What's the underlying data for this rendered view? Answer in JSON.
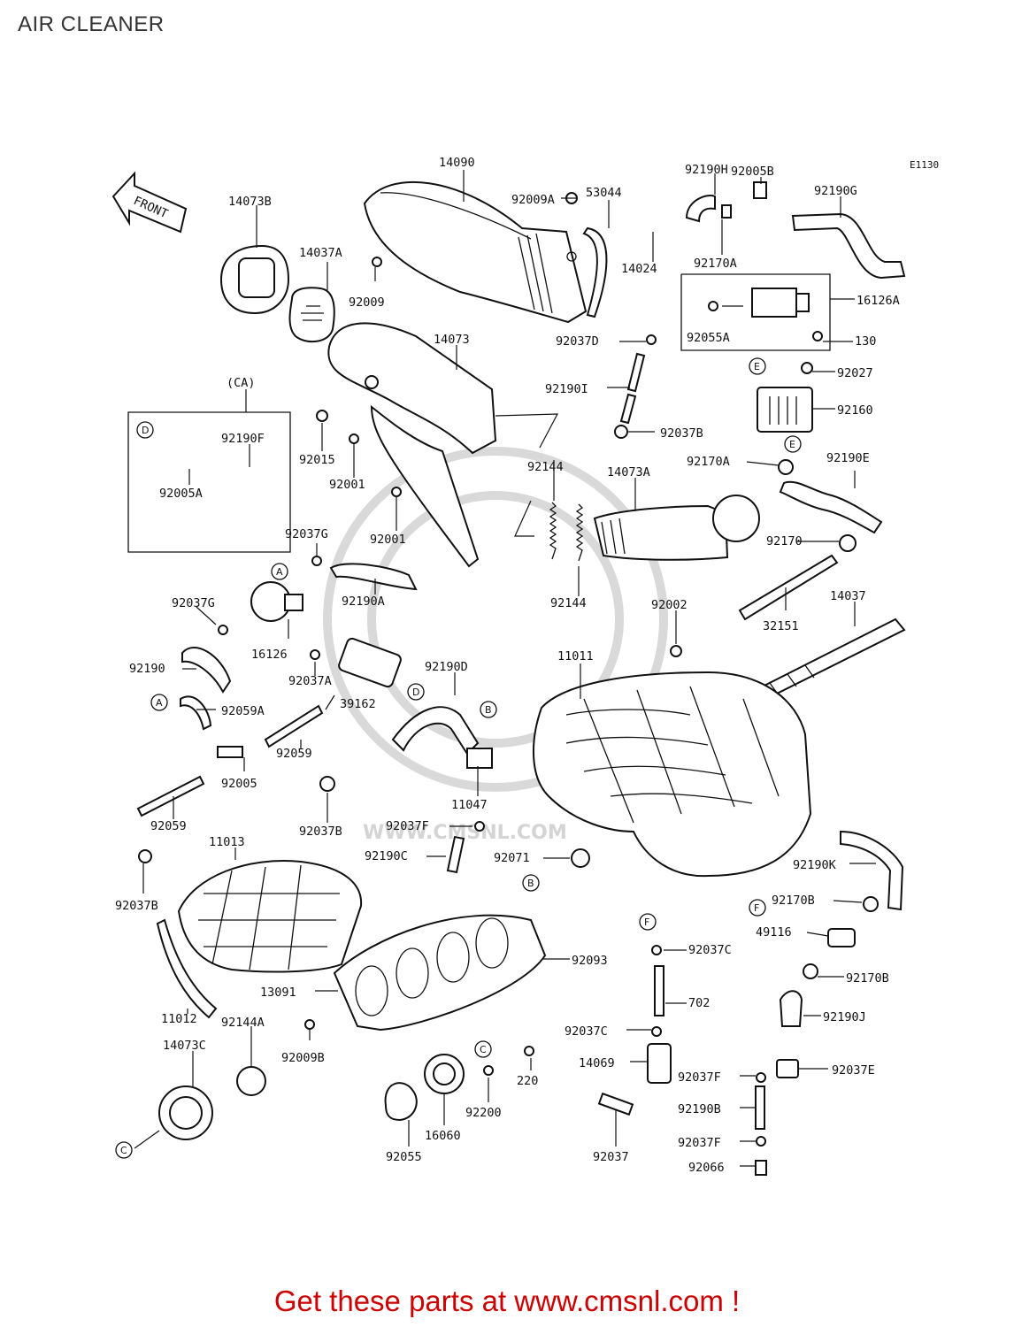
{
  "title": "AIR CLEANER",
  "diagram_code": "E1130",
  "front_label": "FRONT",
  "group_label": "(CA)",
  "watermark": "WWW.CMSNL.COM",
  "footer": "Get these parts at www.cmsnl.com !",
  "part_labels": {
    "p14090": "14090",
    "p92009A": "92009A",
    "p53044": "53044",
    "p92190H": "92190H",
    "p92005B": "92005B",
    "p92190G": "92190G",
    "p14073B": "14073B",
    "p14037A": "14037A",
    "p14024": "14024",
    "p92170A": "92170A",
    "p92009": "92009",
    "p16126A": "16126A",
    "p14073": "14073",
    "p92037D": "92037D",
    "p92055A": "92055A",
    "p130": "130",
    "p92027": "92027",
    "p92190I": "92190I",
    "p92160": "92160",
    "p92015": "92015",
    "p92037B_1": "92037B",
    "p92190F": "92190F",
    "p92001_1": "92001",
    "p92005A": "92005A",
    "p92144_1": "92144",
    "p14073A": "14073A",
    "p92170A_2": "92170A",
    "p92190E": "92190E",
    "p92001_2": "92001",
    "p92037G_1": "92037G",
    "p92170": "92170",
    "p92190A": "92190A",
    "p92144_2": "92144",
    "p92037G_2": "92037G",
    "p92002": "92002",
    "p14037": "14037",
    "p32151": "32151",
    "p16126": "16126",
    "p92190": "92190",
    "p92037A": "92037A",
    "p11011": "11011",
    "p92190D": "92190D",
    "p92059A": "92059A",
    "p39162": "39162",
    "p92059_1": "92059",
    "p92005": "92005",
    "p11047": "11047",
    "p92037B_2": "92037B",
    "p92037F_1": "92037F",
    "p92059_2": "92059",
    "p11013": "11013",
    "p92190C": "92190C",
    "p92071": "92071",
    "p92190K": "92190K",
    "p92037B_3": "92037B",
    "p92170B_1": "92170B",
    "p49116": "49116",
    "p92037C_1": "92037C",
    "p92093": "92093",
    "p92170B_2": "92170B",
    "p13091": "13091",
    "p702": "702",
    "p11012": "11012",
    "p92144A": "92144A",
    "p92190J": "92190J",
    "p92037C_2": "92037C",
    "p92009B": "92009B",
    "p14073C": "14073C",
    "p220": "220",
    "p14069": "14069",
    "p92037E": "92037E",
    "p92037F_2": "92037F",
    "p92200": "92200",
    "p16060": "16060",
    "p92190B": "92190B",
    "p92037F_3": "92037F",
    "p92055": "92055",
    "p92037": "92037",
    "p92066": "92066"
  },
  "refs": {
    "A": "A",
    "B": "B",
    "C": "C",
    "D": "D",
    "E": "E",
    "F": "F"
  }
}
